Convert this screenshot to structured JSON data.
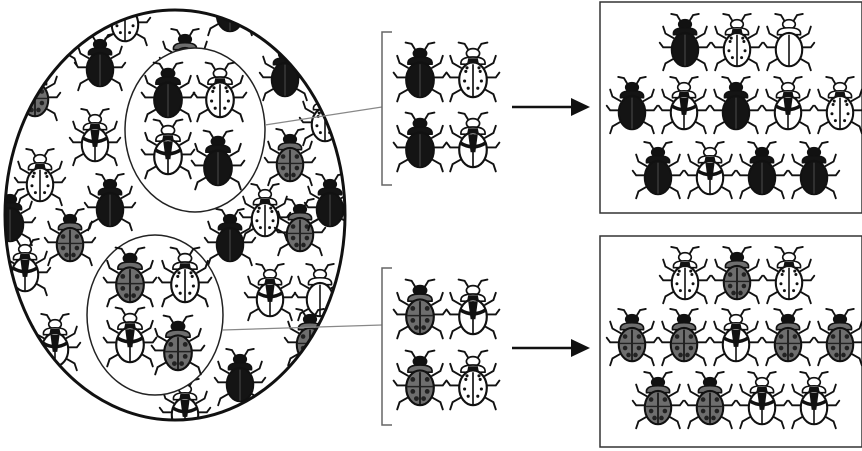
{
  "colors": {
    "background": "#ffffff",
    "outline": "#111111",
    "beetle_black": "#141414",
    "beetle_gray": "#6e6e6e",
    "beetle_white": "#ffffff",
    "connector": "#888888"
  },
  "beetle_types": [
    "black",
    "gray",
    "white-spotted",
    "white-cross",
    "white-plain"
  ],
  "population": {
    "icon": "beetle-icon",
    "background_beetles": [
      "black",
      "white-cross",
      "white-spotted",
      "black",
      "gray",
      "white-cross",
      "black",
      "gray",
      "white-spotted",
      "black",
      "gray",
      "black",
      "white-cross",
      "white-plain",
      "gray",
      "white-cross",
      "black",
      "gray",
      "white-spotted",
      "gray",
      "white-cross",
      "black",
      "gray",
      "white-spotted",
      "black"
    ]
  },
  "samples": [
    {
      "id": "sample-1",
      "circle_beetles": [
        "black",
        "white-spotted",
        "white-cross",
        "black"
      ],
      "bracket_beetles": [
        "black",
        "white-spotted",
        "black",
        "white-cross"
      ],
      "arrow_icon": "arrow-right-icon",
      "offspring_rows": [
        [
          "black",
          "white-spotted",
          "white-plain"
        ],
        [
          "black",
          "white-cross",
          "black",
          "white-cross",
          "white-spotted"
        ],
        [
          "black",
          "white-cross",
          "black",
          "black"
        ]
      ]
    },
    {
      "id": "sample-2",
      "circle_beetles": [
        "gray",
        "white-spotted",
        "white-cross",
        "gray"
      ],
      "bracket_beetles": [
        "gray",
        "white-cross",
        "gray",
        "white-spotted"
      ],
      "arrow_icon": "arrow-right-icon",
      "offspring_rows": [
        [
          "white-spotted",
          "gray",
          "white-spotted"
        ],
        [
          "gray",
          "gray",
          "white-cross",
          "gray",
          "gray"
        ],
        [
          "gray",
          "gray",
          "white-cross",
          "white-cross"
        ]
      ]
    }
  ]
}
